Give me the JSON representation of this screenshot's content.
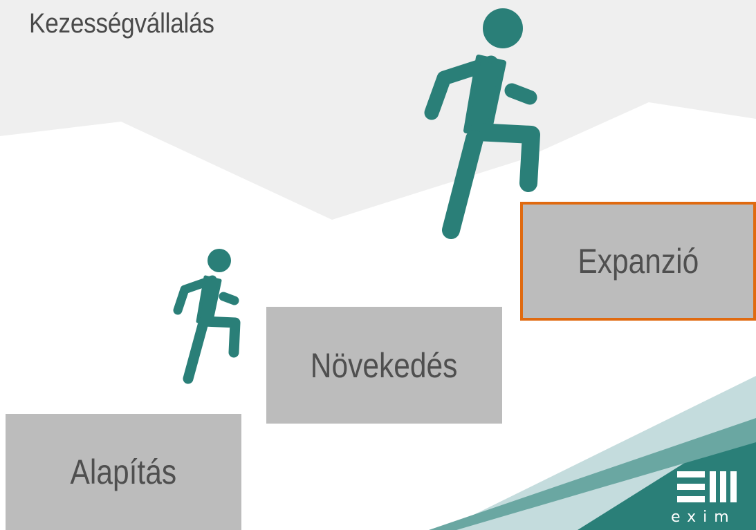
{
  "title": "Kezességvállalás",
  "steps": [
    {
      "label": "Alapítás"
    },
    {
      "label": "Növekedés"
    },
    {
      "label": "Expanzió",
      "highlighted": true
    }
  ],
  "logo": {
    "wordmark": "exim"
  },
  "colors": {
    "teal": "#2a7f78",
    "step_fill": "#bcbcbc",
    "highlight_border": "#e06a10",
    "mountain_grey": "#efefef",
    "light_teal": "#c4dcdd",
    "mid_teal": "#6aa7a2"
  },
  "icons": [
    "climbing-person-icon",
    "climbing-person-icon"
  ]
}
